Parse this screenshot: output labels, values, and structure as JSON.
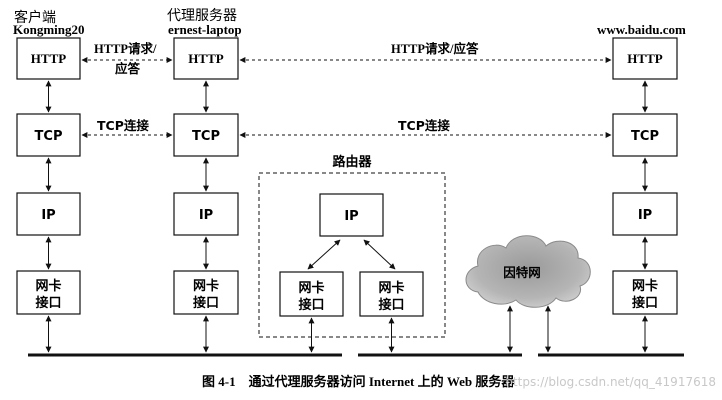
{
  "client": {
    "label_cn": "客户端",
    "name": "Kongming20",
    "layers": {
      "http": "HTTP",
      "tcp": "TCP",
      "ip": "IP",
      "nic_line1": "网卡",
      "nic_line2": "接口"
    }
  },
  "proxy": {
    "label_cn": "代理服务器",
    "name": "ernest-laptop",
    "layers": {
      "http": "HTTP",
      "tcp": "TCP",
      "ip": "IP",
      "nic_line1": "网卡",
      "nic_line2": "接口"
    }
  },
  "server": {
    "name": "www.baidu.com",
    "layers": {
      "http": "HTTP",
      "tcp": "TCP",
      "ip": "IP",
      "nic_line1": "网卡",
      "nic_line2": "接口"
    }
  },
  "router": {
    "title": "路由器",
    "ip": "IP",
    "nic_left": {
      "line1": "网卡",
      "line2": "接口"
    },
    "nic_right": {
      "line1": "网卡",
      "line2": "接口"
    }
  },
  "links": {
    "http_client_proxy_line1": "HTTP请求/",
    "http_client_proxy_line2": "应答",
    "tcp_client_proxy": "TCP连接",
    "http_proxy_server": "HTTP请求/应答",
    "tcp_proxy_server": "TCP连接"
  },
  "internet_cloud": "因特网",
  "caption": "图 4-1    通过代理服务器访问 Internet 上的 Web 服务器",
  "watermark": "https://blog.csdn.net/qq_41917618"
}
